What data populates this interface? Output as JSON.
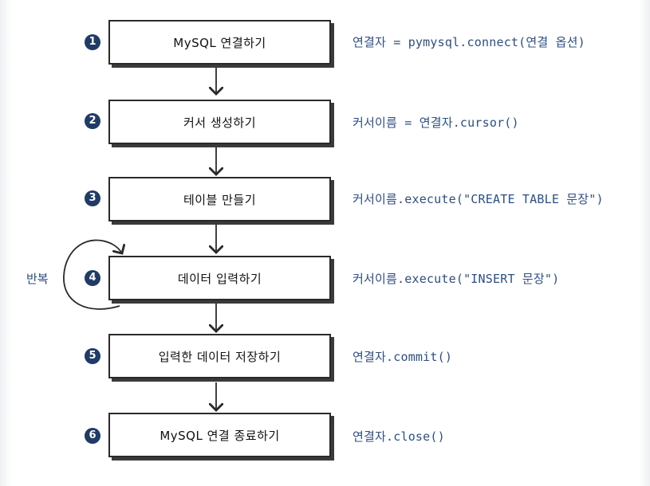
{
  "steps": [
    {
      "number": "1",
      "label": "MySQL 연결하기",
      "code": "연결자 = pymysql.connect(연결 옵션)"
    },
    {
      "number": "2",
      "label": "커서 생성하기",
      "code": "커서이름 = 연결자.cursor()"
    },
    {
      "number": "3",
      "label": "테이블 만들기",
      "code": "커서이름.execute(\"CREATE TABLE 문장\")"
    },
    {
      "number": "4",
      "label": "데이터 입력하기",
      "code": "커서이름.execute(\"INSERT 문장\")"
    },
    {
      "number": "5",
      "label": "입력한 데이터 저장하기",
      "code": "연결자.commit()"
    },
    {
      "number": "6",
      "label": "MySQL 연결 종료하기",
      "code": "연결자.close()"
    }
  ],
  "loop_label": "반복",
  "colors": {
    "badge": "#1f3b66",
    "code_text": "#2b4f86",
    "border": "#2a2a2a"
  }
}
